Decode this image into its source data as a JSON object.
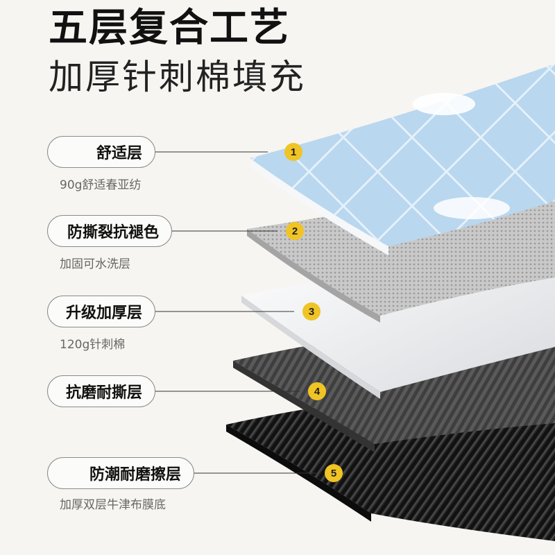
{
  "title": "五层复合工艺",
  "subtitle": "加厚针刺棉填充",
  "layers": [
    {
      "number": "1",
      "name": "舒适层",
      "desc": "90g舒适春亚纺"
    },
    {
      "number": "2",
      "name": "防撕裂抗褪色",
      "desc": "加固可水洗层"
    },
    {
      "number": "3",
      "name": "升级加厚层",
      "desc": "120g针刺棉"
    },
    {
      "number": "4",
      "name": "抗磨耐撕层",
      "desc": ""
    },
    {
      "number": "5",
      "name": "防潮耐磨擦层",
      "desc": "加厚双层牛津布膜底"
    }
  ],
  "colors": {
    "badge": "#f0c424",
    "layer1": "#a9cdea",
    "layer2": "#c7c7c7",
    "layer3": "#eceef1",
    "layer4": "#555555",
    "layer5": "#1c1c1c"
  }
}
